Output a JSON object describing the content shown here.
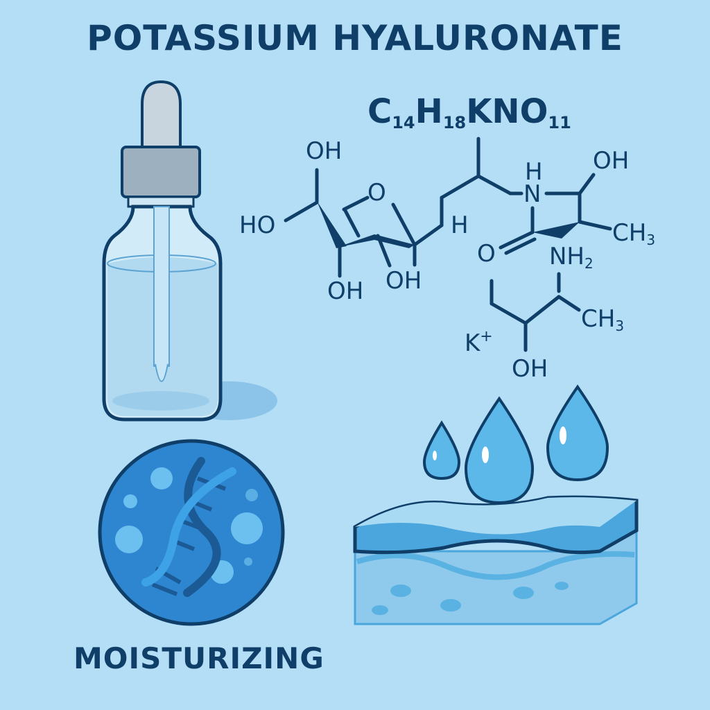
{
  "title": "POTASSIUM HYALURONATE",
  "formula": {
    "parts": [
      {
        "el": "C",
        "sub": "14"
      },
      {
        "el": "H",
        "sub": "18"
      },
      {
        "el": "KNO",
        "sub": "11"
      }
    ],
    "text": "C14H18KNO11"
  },
  "structure_labels": {
    "oh_top_left": "OH",
    "ho_left": "HO",
    "oh_bottom_1": "OH",
    "oh_bottom_2": "OH",
    "ring_oxygen": "O",
    "h_right": "H",
    "n_h": "H",
    "n": "N",
    "oh_top_right": "OH",
    "ch3_right": "CH",
    "ch3_right_sub": "3",
    "carbonyl_o": "O",
    "nh2": "NH",
    "nh2_sub": "2",
    "ch3_lower": "CH",
    "ch3_lower_sub": "3",
    "k_ion": "K",
    "k_charge": "+",
    "oh_bottom_chain": "OH"
  },
  "illustrations": {
    "bottle": "dropper-bottle-icon",
    "dna_circle": "dna-helix-icon",
    "skin_layer": "skin-layer-with-water-drops-icon"
  },
  "bottom_label": "MOISTURIZING",
  "colors": {
    "background": "#b3def5",
    "text_dark": "#0f3e68",
    "circle_blue": "#2d86cf",
    "drop_blue": "#5bb8e8",
    "skin_blue": "#4aa6dc"
  }
}
